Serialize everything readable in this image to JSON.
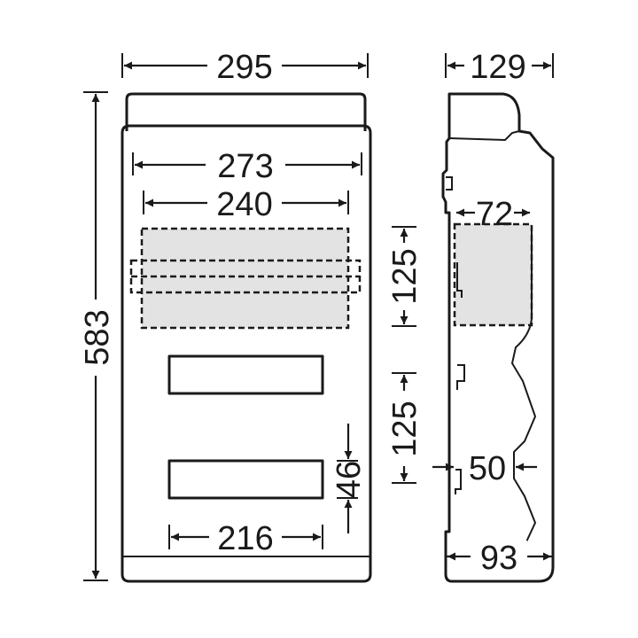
{
  "dimensions": {
    "overall_width": "295",
    "inner_width": "273",
    "window_width": "240",
    "row_pitch_upper": "125",
    "row_pitch_lower": "125",
    "overall_height": "583",
    "slot_height": "46",
    "slot_width": "216",
    "depth": "129",
    "rail_depth": "72",
    "rail_offset": "50",
    "base_depth": "93"
  }
}
